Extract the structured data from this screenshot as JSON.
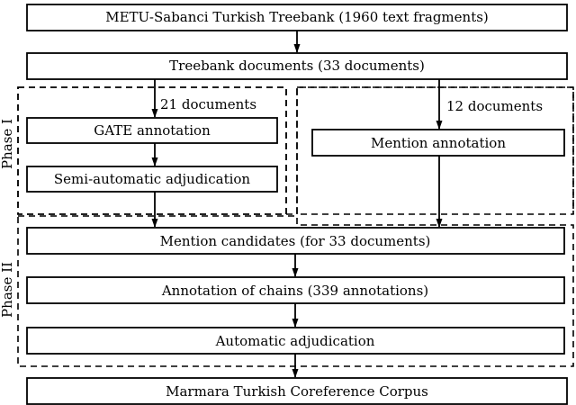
{
  "boxes": {
    "treebank": "METU-Sabanci Turkish Treebank (1960 text fragments)",
    "documents": "Treebank documents (33 documents)",
    "gate": "GATE annotation",
    "semi_auto": "Semi-automatic adjudication",
    "mention_annotation": "Mention annotation",
    "mention_candidates": "Mention candidates (for 33 documents)",
    "chains": "Annotation of chains (339 annotations)",
    "auto_adjudication": "Automatic adjudication",
    "corpus": "Marmara Turkish Coreference Corpus"
  },
  "edge_labels": {
    "left_split": "21 documents",
    "right_split": "12 documents"
  },
  "phases": {
    "phase1": "Phase I",
    "phase2": "Phase II"
  }
}
